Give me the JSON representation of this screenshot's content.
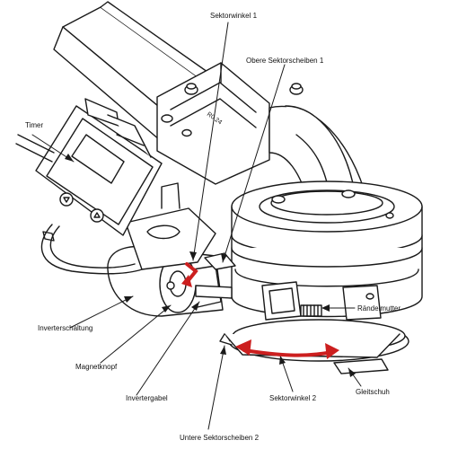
{
  "labels": {
    "sektorwinkel_1": "Sektorwinkel 1",
    "obere_sektorscheiben_1": "Obere Sektorscheiben 1",
    "timer": "Timer",
    "raendelmutter": "Rändelmutter",
    "inverterschaltung": "Inverterschaltung",
    "magnetknopf": "Magnetknopf",
    "invertergabel": "Invertergabel",
    "sektorwinkel_2": "Sektorwinkel 2",
    "gleitschuh": "Gleitschuh",
    "untere_sektorscheiben_2": "Untere Sektorscheiben 2"
  },
  "part_marking": "R0.24",
  "colors": {
    "line": "#1a1a1a",
    "fill": "#ffffff",
    "accent": "#cc1f1f"
  }
}
